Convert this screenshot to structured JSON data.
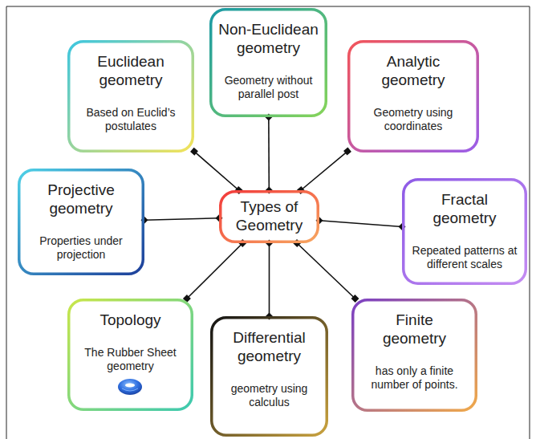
{
  "diagram": {
    "nodes": [
      {
        "text": [
          "Euclidean geometry",
          "Based on Euclid’s postulates"
        ]
      },
      {
        "text": [
          "Non-Euclidean geometry",
          "Geometry without parallel post"
        ]
      },
      {
        "text": [
          "Analytic geometry",
          "Geometry using coordinates"
        ]
      },
      {
        "text": [
          "Projective geometry",
          "Properties under projection"
        ]
      },
      {
        "text": [
          "Types of Geometry"
        ]
      },
      {
        "text": [
          "Fractal geometry",
          "Repeated patterns at different scales"
        ]
      },
      {
        "text": [
          "Topology",
          "The Rubber Sheet geometry"
        ]
      },
      {
        "text": [
          "Differential geometry",
          "geometry using calculus"
        ]
      },
      {
        "text": [
          "Finite geometry",
          "has only a finite number of points."
        ]
      }
    ],
    "edges": [
      {
        "from": 4,
        "to": 0,
        "arrow": "none"
      },
      {
        "from": 4,
        "to": 1,
        "arrow": "none"
      },
      {
        "from": 4,
        "to": 2,
        "arrow": "none"
      },
      {
        "from": 4,
        "to": 3,
        "arrow": "none"
      },
      {
        "from": 4,
        "to": 5,
        "arrow": "none"
      },
      {
        "from": 4,
        "to": 6,
        "arrow": "none"
      },
      {
        "from": 4,
        "to": 7,
        "arrow": "none"
      },
      {
        "from": 4,
        "to": 8,
        "arrow": "none"
      }
    ]
  }
}
